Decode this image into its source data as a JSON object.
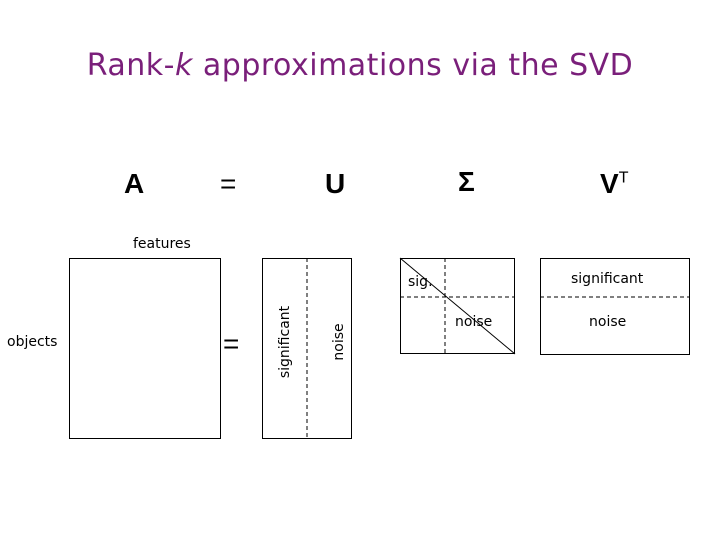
{
  "title": {
    "prefix": "Rank-",
    "k": "k",
    "suffix": " approximations via the SVD"
  },
  "header": {
    "a": "A",
    "eq": "=",
    "u": "U",
    "sigma": "Σ",
    "v": "V",
    "v_sup": "T"
  },
  "matrix_a": {
    "cols_label": "features",
    "rows_label": "objects"
  },
  "eq_sign": "=",
  "matrix_u": {
    "left_label": "significant",
    "right_label": "noise"
  },
  "matrix_sigma": {
    "top_label": "sig.",
    "bottom_label": "noise"
  },
  "matrix_vt": {
    "top_label": "significant",
    "bottom_label": "noise"
  }
}
